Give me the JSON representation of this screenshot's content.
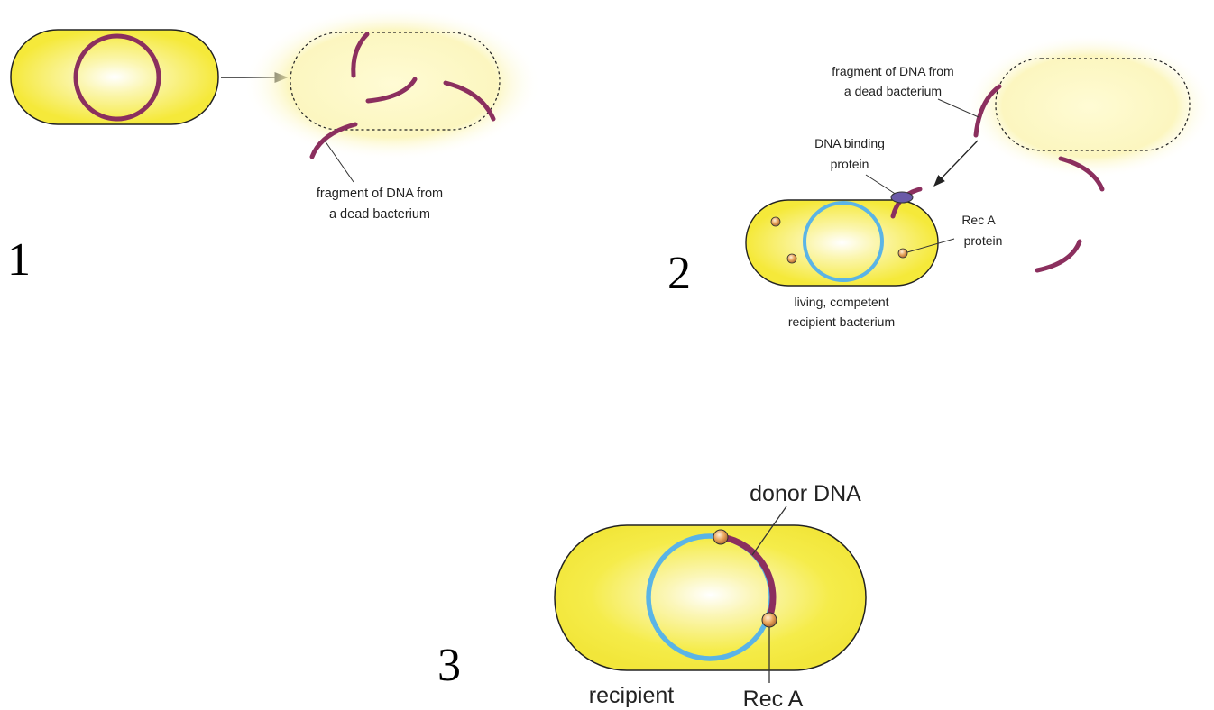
{
  "panel1": {
    "number": "1",
    "fragment_label_line1": "fragment of DNA from",
    "fragment_label_line2": "a dead bacterium"
  },
  "panel2": {
    "number": "2",
    "fragment_label_line1": "fragment of DNA from",
    "fragment_label_line2": "a dead bacterium",
    "binding_label_line1": "DNA binding",
    "binding_label_line2": "protein",
    "reca_label_line1": "Rec A",
    "reca_label_line2": "protein",
    "recipient_label_line1": "living, competent",
    "recipient_label_line2": "recipient bacterium"
  },
  "panel3": {
    "number": "3",
    "donor_label": "donor DNA",
    "recipient_label": "recipient",
    "reca_label": "Rec A"
  },
  "colors": {
    "cell_fill": "#f7ee3a",
    "cell_center": "#ffffff",
    "donor_dna": "#8b2f5e",
    "recipient_dna": "#5ab4e6",
    "reca": "#e8a45a",
    "binding_protein": "#6a5aa8",
    "glow": "#fbf4b0"
  }
}
